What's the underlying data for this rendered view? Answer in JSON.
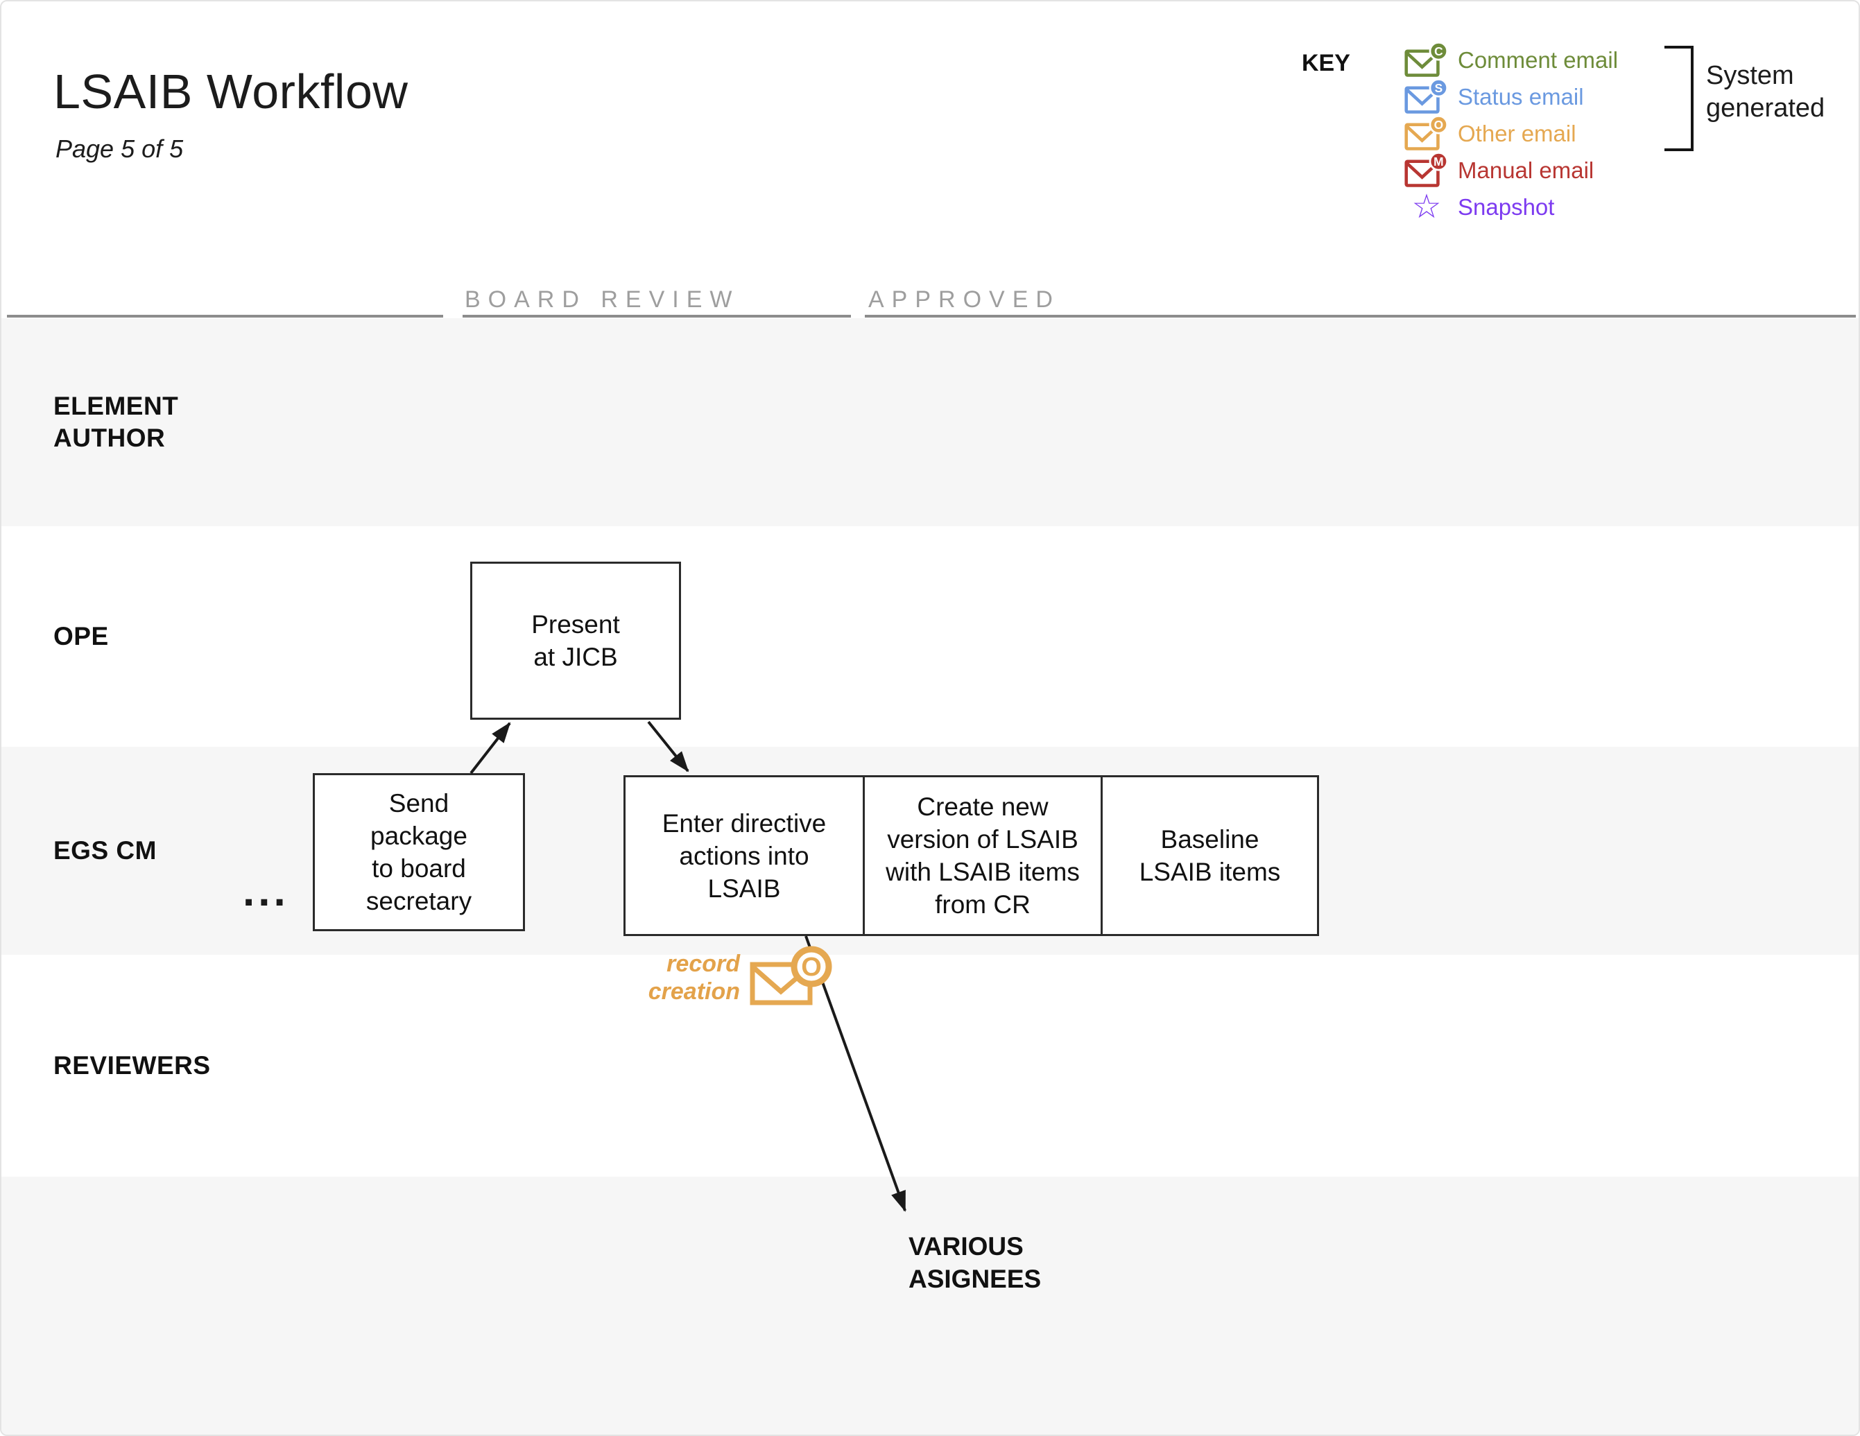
{
  "header": {
    "title": "LSAIB Workflow",
    "subtitle": "Page 5 of 5"
  },
  "key": {
    "label": "KEY",
    "items": [
      {
        "label": "Comment email",
        "badge": "C",
        "icon": "envelope",
        "color": "#6e8c3a"
      },
      {
        "label": "Status email",
        "badge": "S",
        "icon": "envelope",
        "color": "#6a99e0"
      },
      {
        "label": "Other email",
        "badge": "O",
        "icon": "envelope",
        "color": "#e5a851"
      },
      {
        "label": "Manual email",
        "badge": "M",
        "icon": "envelope",
        "color": "#b83632"
      },
      {
        "label": "Snapshot",
        "badge": "",
        "icon": "star",
        "color": "#7d3bf0",
        "star_glyph": "☆"
      }
    ],
    "bracket_label": "System\ngenerated"
  },
  "phases": [
    {
      "label": "BOARD REVIEW"
    },
    {
      "label": "APPROVED"
    }
  ],
  "lanes": [
    {
      "label": "ELEMENT\nAUTHOR"
    },
    {
      "label": "OPE"
    },
    {
      "label": "EGS CM"
    },
    {
      "label": "REVIEWERS"
    },
    {
      "label": ""
    }
  ],
  "boxes": [
    {
      "label": "Present\nat JICB"
    },
    {
      "label": "Send\npackage\nto board\nsecretary"
    },
    {
      "label": "Enter directive\nactions into\nLSAIB"
    },
    {
      "label": "Create new\nversion of LSAIB\nwith LSAIB items\nfrom CR"
    },
    {
      "label": "Baseline\nLSAIB items"
    }
  ],
  "annotations": {
    "ellipsis": "...",
    "record_creation": {
      "label": "record\ncreation",
      "badge": "O"
    },
    "various_asignees": "VARIOUS\nASIGNEES"
  },
  "colors": {
    "comment_green": "#6e8c3a",
    "status_blue": "#6a99e0",
    "other_orange": "#e5a851",
    "manual_red": "#b83632",
    "snapshot_purple": "#7d3bf0",
    "lane_fill": "#f6f6f6",
    "phase_text": "#9e9e9e",
    "phase_line": "#8d8d8d",
    "arrow_black": "#1a1a1a"
  }
}
